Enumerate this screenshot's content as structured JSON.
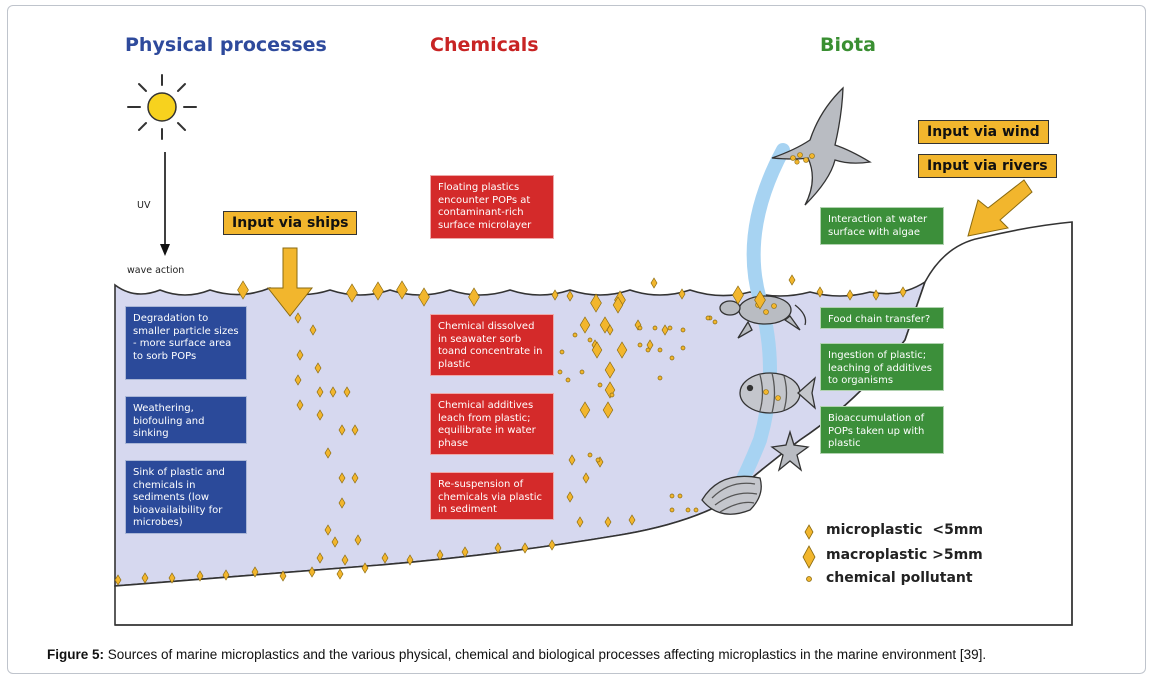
{
  "headers": {
    "physical": "Physical processes",
    "chemicals": "Chemicals",
    "biota": "Biota"
  },
  "labels": {
    "uv": "UV",
    "wave_action": "wave action"
  },
  "inputs": {
    "ships": "Input via ships",
    "wind": "Input via wind",
    "rivers": "Input via rivers"
  },
  "physical_boxes": [
    "Degradation to smaller particle sizes - more surface area to sorb POPs",
    "Weathering, biofouling and sinking",
    "Sink of plastic and chemicals in sediments (low bioavailaibility for microbes)"
  ],
  "chemical_boxes": [
    "Floating plastics encounter POPs at contaminant-rich surface microlayer",
    "Chemical dissolved in seawater sorb toand concentrate in plastic",
    "Chemical additives leach from plastic; equilibrate in water phase",
    "Re-suspension of chemicals via plastic in sediment"
  ],
  "biota_boxes": [
    "Interaction at water surface with algae",
    "Food chain transfer?",
    "Ingestion of plastic; leaching of additives to organisms",
    "Bioaccumulation of POPs taken up with plastic"
  ],
  "legend": {
    "micro": "microplastic  <5mm",
    "macro": "macroplastic >5mm",
    "chemical": "chemical pollutant"
  },
  "caption": {
    "prefix": "Figure 5:",
    "text": " Sources of marine microplastics and the various physical, chemical and biological processes affecting microplastics in the marine environment [39]."
  },
  "colors": {
    "physical": "#2e4a9c",
    "chemical": "#c82424",
    "biota": "#3a8f32",
    "water": "#d6d8ef",
    "plastic": "#f2b62d"
  }
}
